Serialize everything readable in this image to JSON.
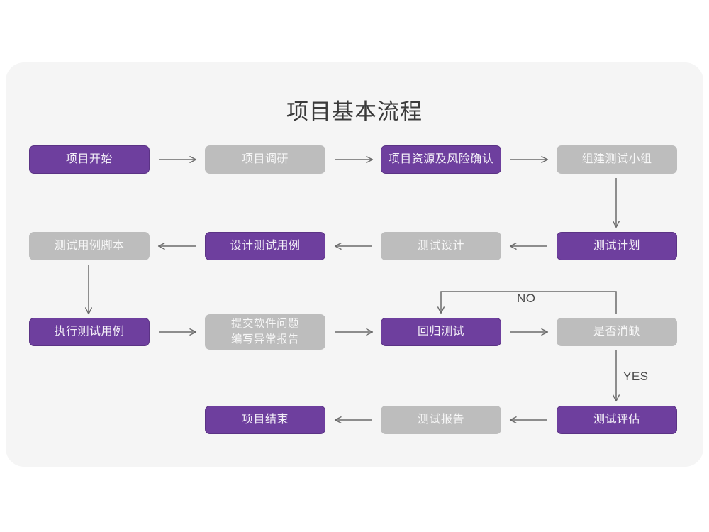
{
  "diagram": {
    "title": "项目基本流程",
    "background_color": "#ffffff",
    "card_color": "#f5f5f5",
    "accent_purple": "#6e3f9e",
    "accent_gray": "#bdbdbd",
    "connector_color": "#6b6b6b",
    "text_color": "#3a3a3a"
  },
  "nodes": [
    {
      "id": "n1",
      "label": "项目开始",
      "style": "purple",
      "row": 1,
      "col": 1
    },
    {
      "id": "n2",
      "label": "项目调研",
      "style": "gray",
      "row": 1,
      "col": 2
    },
    {
      "id": "n3",
      "label": "项目资源及风险确认",
      "style": "purple",
      "row": 1,
      "col": 3
    },
    {
      "id": "n4",
      "label": "组建测试小组",
      "style": "gray",
      "row": 1,
      "col": 4
    },
    {
      "id": "n5",
      "label": "测试用例脚本",
      "style": "gray",
      "row": 2,
      "col": 1
    },
    {
      "id": "n6",
      "label": "设计测试用例",
      "style": "purple",
      "row": 2,
      "col": 2
    },
    {
      "id": "n7",
      "label": "测试设计",
      "style": "gray",
      "row": 2,
      "col": 3
    },
    {
      "id": "n8",
      "label": "测试计划",
      "style": "purple",
      "row": 2,
      "col": 4
    },
    {
      "id": "n9",
      "label": "执行测试用例",
      "style": "purple",
      "row": 3,
      "col": 1
    },
    {
      "id": "n10",
      "label": "提交软件问题\n编写异常报告",
      "style": "gray",
      "row": 3,
      "col": 2
    },
    {
      "id": "n11",
      "label": "回归测试",
      "style": "purple",
      "row": 3,
      "col": 3
    },
    {
      "id": "n12",
      "label": "是否消缺",
      "style": "gray",
      "row": 3,
      "col": 4
    },
    {
      "id": "n13",
      "label": "项目结束",
      "style": "purple",
      "row": 4,
      "col": 2
    },
    {
      "id": "n14",
      "label": "测试报告",
      "style": "gray",
      "row": 4,
      "col": 3
    },
    {
      "id": "n15",
      "label": "测试评估",
      "style": "purple",
      "row": 4,
      "col": 4
    }
  ],
  "branch_labels": {
    "no": "NO",
    "yes": "YES"
  },
  "edges": [
    {
      "from": "n1",
      "to": "n2",
      "dir": "right",
      "label": ""
    },
    {
      "from": "n2",
      "to": "n3",
      "dir": "right",
      "label": ""
    },
    {
      "from": "n3",
      "to": "n4",
      "dir": "right",
      "label": ""
    },
    {
      "from": "n4",
      "to": "n8",
      "dir": "down",
      "label": ""
    },
    {
      "from": "n8",
      "to": "n7",
      "dir": "left",
      "label": ""
    },
    {
      "from": "n7",
      "to": "n6",
      "dir": "left",
      "label": ""
    },
    {
      "from": "n6",
      "to": "n5",
      "dir": "left",
      "label": ""
    },
    {
      "from": "n5",
      "to": "n9",
      "dir": "down",
      "label": ""
    },
    {
      "from": "n9",
      "to": "n10",
      "dir": "right",
      "label": ""
    },
    {
      "from": "n10",
      "to": "n11",
      "dir": "right",
      "label": ""
    },
    {
      "from": "n11",
      "to": "n12",
      "dir": "right",
      "label": ""
    },
    {
      "from": "n12",
      "to": "n11",
      "dir": "loop-up-left",
      "label": "NO"
    },
    {
      "from": "n12",
      "to": "n15",
      "dir": "down",
      "label": "YES"
    },
    {
      "from": "n15",
      "to": "n14",
      "dir": "left",
      "label": ""
    },
    {
      "from": "n14",
      "to": "n13",
      "dir": "left",
      "label": ""
    }
  ]
}
